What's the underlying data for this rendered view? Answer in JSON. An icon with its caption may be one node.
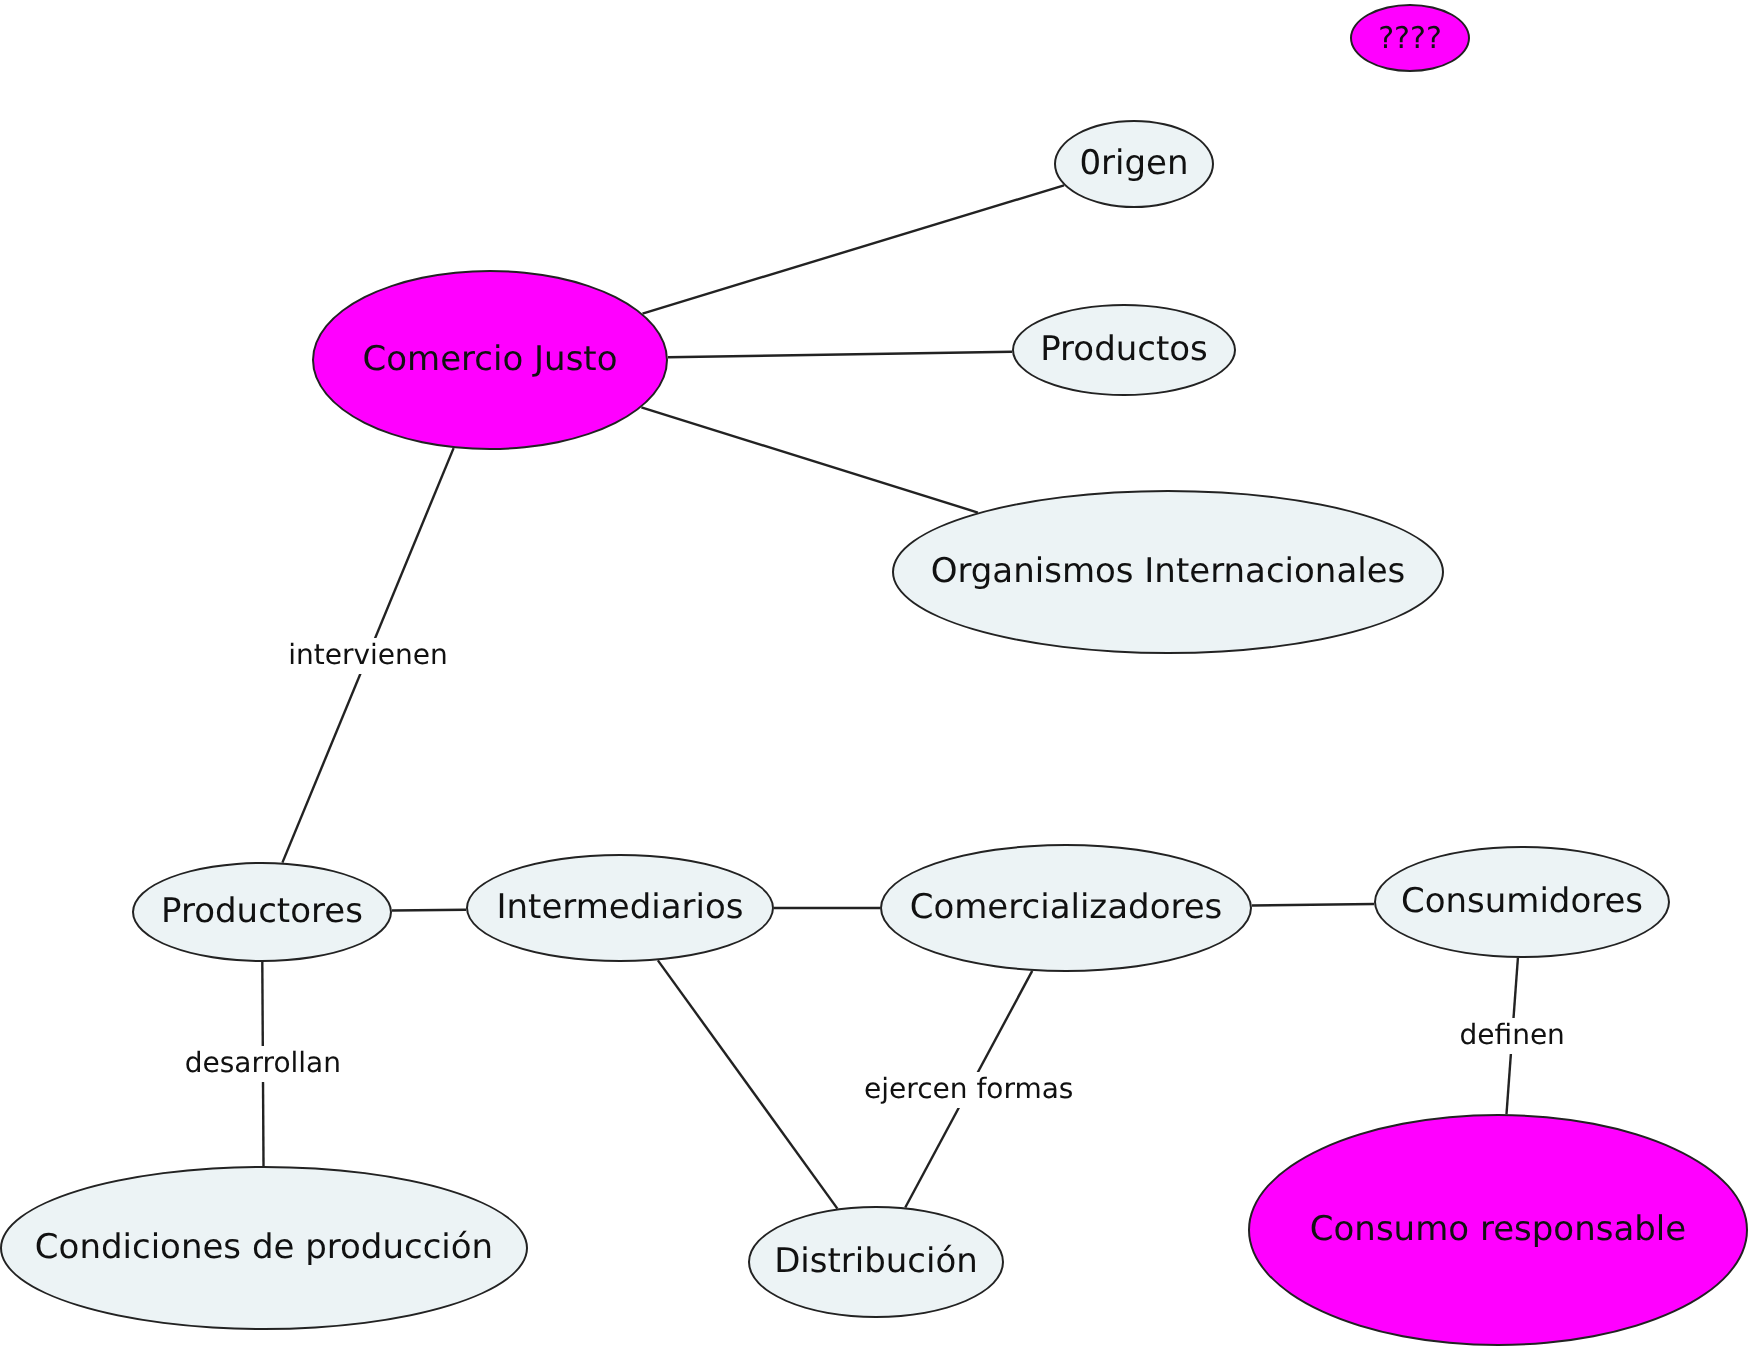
{
  "diagram": {
    "nodes": [
      {
        "text": [
          "????"
        ]
      },
      {
        "text": [
          "Comercio Justo"
        ]
      },
      {
        "text": [
          "0rigen"
        ]
      },
      {
        "text": [
          "Productos"
        ]
      },
      {
        "text": [
          "Organismos Internacionales"
        ]
      },
      {
        "text": [
          "Productores"
        ]
      },
      {
        "text": [
          "Intermediarios"
        ]
      },
      {
        "text": [
          "Comercializadores"
        ]
      },
      {
        "text": [
          "Consumidores"
        ]
      },
      {
        "text": [
          "Condiciones de producción"
        ]
      },
      {
        "text": [
          "Distribución"
        ]
      },
      {
        "text": [
          "Consumo responsable"
        ]
      }
    ],
    "edges": [
      {
        "from": 1,
        "to": 2,
        "arrow": "none"
      },
      {
        "from": 1,
        "to": 3,
        "arrow": "none"
      },
      {
        "from": 1,
        "to": 4,
        "arrow": "none"
      },
      {
        "from": 1,
        "to": 5,
        "arrow": "none",
        "label": "intervienen"
      },
      {
        "from": 5,
        "to": 6,
        "arrow": "none"
      },
      {
        "from": 6,
        "to": 7,
        "arrow": "none"
      },
      {
        "from": 7,
        "to": 8,
        "arrow": "none"
      },
      {
        "from": 5,
        "to": 9,
        "arrow": "none",
        "label": "desarrollan"
      },
      {
        "from": 6,
        "to": 10,
        "arrow": "none"
      },
      {
        "from": 7,
        "to": 10,
        "arrow": "none",
        "label": "ejercen formas"
      },
      {
        "from": 8,
        "to": 11,
        "arrow": "none",
        "label": "definen"
      }
    ]
  }
}
